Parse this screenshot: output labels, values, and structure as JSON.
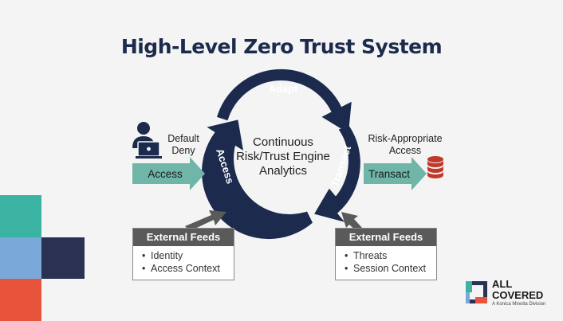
{
  "title": "High-Level Zero Trust System",
  "engine": {
    "line1": "Continuous",
    "line2": "Risk/Trust Engine",
    "line3": "Analytics"
  },
  "cycle_labels": {
    "adapt": "Adapt",
    "access": "Access",
    "transact": "Transact"
  },
  "left_flow": {
    "label": "Access",
    "note_line1": "Default",
    "note_line2": "Deny"
  },
  "right_flow": {
    "label": "Transact",
    "note_line1": "Risk-Appropriate",
    "note_line2": "Access"
  },
  "feeds_left": {
    "title": "External Feeds",
    "items": [
      "Identity",
      "Access Context"
    ]
  },
  "feeds_right": {
    "title": "External Feeds",
    "items": [
      "Threats",
      "Session Context"
    ]
  },
  "logo": {
    "line1": "ALL",
    "line2": "COVERED",
    "tagline": "A Konica Minolta Division"
  },
  "colors": {
    "ring": "#1c2a4d",
    "flow_arrow": "#6fb6a8",
    "feed_header": "#5a5a5a",
    "database": "#c0392b",
    "deco_teal": "#3bb3a3",
    "deco_blue": "#7aa9d9",
    "deco_navy": "#2a3153",
    "deco_red": "#e8533c"
  },
  "icons": {
    "user": "user-laptop-icon",
    "database": "database-icon"
  }
}
